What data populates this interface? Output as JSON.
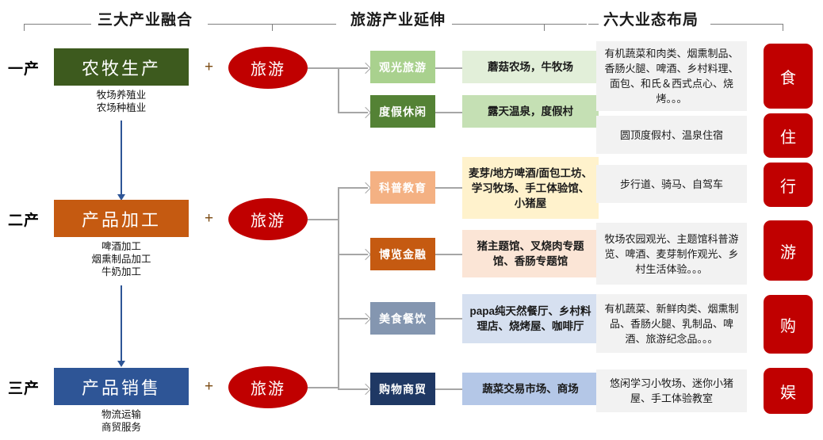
{
  "headers": [
    {
      "title": "三大产业融合"
    },
    {
      "title": "旅游产业延伸"
    },
    {
      "title": "六大业态布局"
    }
  ],
  "tiers": [
    {
      "label": "一产",
      "box": "农牧生产",
      "box_color": "#3D5A1E",
      "sub": "牧场养殖业\n农场种植业",
      "plus": "+",
      "ellipse": "旅游"
    },
    {
      "label": "二产",
      "box": "产品加工",
      "box_color": "#C55A11",
      "sub": "啤酒加工\n烟熏制品加工\n牛奶加工",
      "plus": "+",
      "ellipse": "旅游"
    },
    {
      "label": "三产",
      "box": "产品销售",
      "box_color": "#2E5596",
      "sub": "物流运输\n商贸服务",
      "plus": "+",
      "ellipse": "旅游"
    }
  ],
  "branches": [
    {
      "chip": "观光旅游",
      "chip_color": "#A9D18E",
      "chip_text_color": "#ffffff",
      "detail": "蘑菇农场，牛牧场",
      "detail_color": "#E2EFD9"
    },
    {
      "chip": "度假休闲",
      "chip_color": "#548235",
      "chip_text_color": "#ffffff",
      "detail": "露天温泉，度假村",
      "detail_color": "#C5E0B4"
    },
    {
      "chip": "科普教育",
      "chip_color": "#F4B183",
      "chip_text_color": "#ffffff",
      "detail": "麦芽/地方啤酒/面包工坊、学习牧场、手工体验馆、小猪屋",
      "detail_color": "#FFF2CC"
    },
    {
      "chip": "博览金融",
      "chip_color": "#C55A11",
      "chip_text_color": "#ffffff",
      "detail": "猪主题馆、叉烧肉专题馆、香肠专题馆",
      "detail_color": "#FBE5D6"
    },
    {
      "chip": "美食餐饮",
      "chip_color": "#8496B0",
      "chip_text_color": "#ffffff",
      "detail": "papa纯天然餐厅、乡村料理店、烧烤屋、咖啡厅",
      "detail_color": "#D6E0F0"
    },
    {
      "chip": "购物商贸",
      "chip_color": "#1F3864",
      "chip_text_color": "#ffffff",
      "detail": "蔬菜交易市场、商场",
      "detail_color": "#B4C7E7"
    }
  ],
  "business": [
    {
      "text": "有机蔬菜和肉类、烟熏制品、香肠火腿、啤酒、乡村料理、面包、和氏＆西式点心、烧烤。。。",
      "badge": "食"
    },
    {
      "text": "圆顶度假村、温泉住宿",
      "badge": "住"
    },
    {
      "text": "步行道、骑马、自驾车",
      "badge": "行"
    },
    {
      "text": "牧场农园观光、主题馆科普游览、啤酒、麦芽制作观光、乡村生活体验。。。",
      "badge": "游"
    },
    {
      "text": "有机蔬菜、新鲜肉类、烟熏制品、香肠火腿、乳制品、啤酒、旅游纪念品。。。",
      "badge": "购"
    },
    {
      "text": "悠闲学习小牧场、迷你小猪屋、手工体验教室",
      "badge": "娱"
    }
  ],
  "colors": {
    "accent_red": "#C00000",
    "connector_gray": "#A6A6A6",
    "panel_gray": "#F2F2F2",
    "flow_blue": "#2E5596"
  }
}
